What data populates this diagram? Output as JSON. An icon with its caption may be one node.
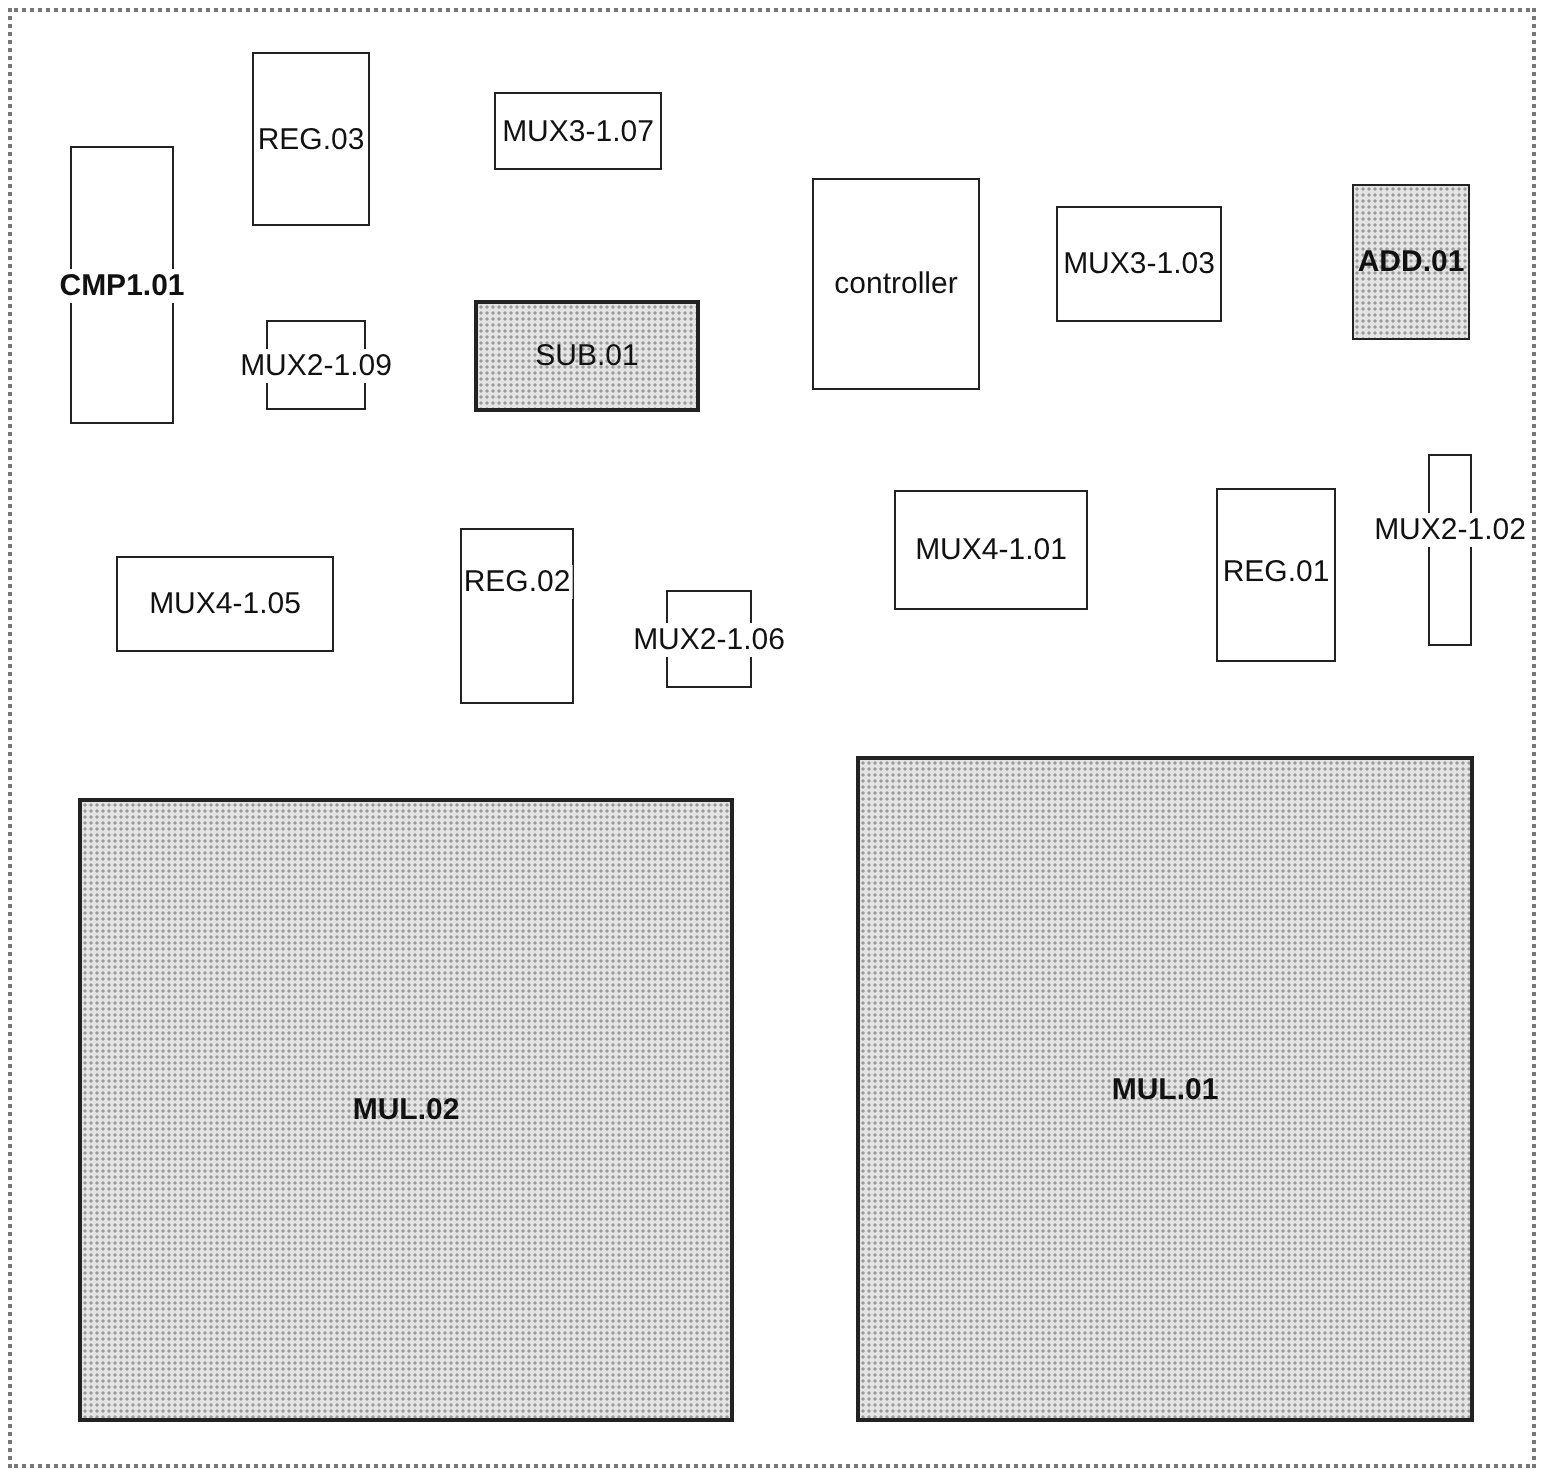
{
  "diagram": {
    "nodes": [
      {
        "text": [],
        "shape": "box"
      },
      {
        "text": [
          "REG.03"
        ],
        "in": 0
      },
      {
        "text": [
          "MUX3-1.07"
        ],
        "in": 0
      },
      {
        "text": [
          "CMP1.01"
        ],
        "in": 0
      },
      {
        "text": [
          "controller"
        ],
        "in": 0
      },
      {
        "text": [
          "MUX3-1.03"
        ],
        "in": 0
      },
      {
        "text": [
          "ADD.01"
        ],
        "in": 0
      },
      {
        "text": [
          "MUX2-1.09"
        ],
        "in": 0
      },
      {
        "text": [
          "SUB.01"
        ],
        "in": 0
      },
      {
        "text": [
          "MUX4-1.01"
        ],
        "in": 0
      },
      {
        "text": [
          "REG.02"
        ],
        "in": 0
      },
      {
        "text": [
          "MUX4-1.05"
        ],
        "in": 0
      },
      {
        "text": [
          "REG.01"
        ],
        "in": 0
      },
      {
        "text": [
          "MUX2-1.02"
        ],
        "in": 0
      },
      {
        "text": [
          "MUX2-1.06"
        ],
        "in": 0
      },
      {
        "text": [
          "MUL.02"
        ],
        "in": 0
      },
      {
        "text": [
          "MUL.01"
        ],
        "in": 0
      }
    ]
  }
}
